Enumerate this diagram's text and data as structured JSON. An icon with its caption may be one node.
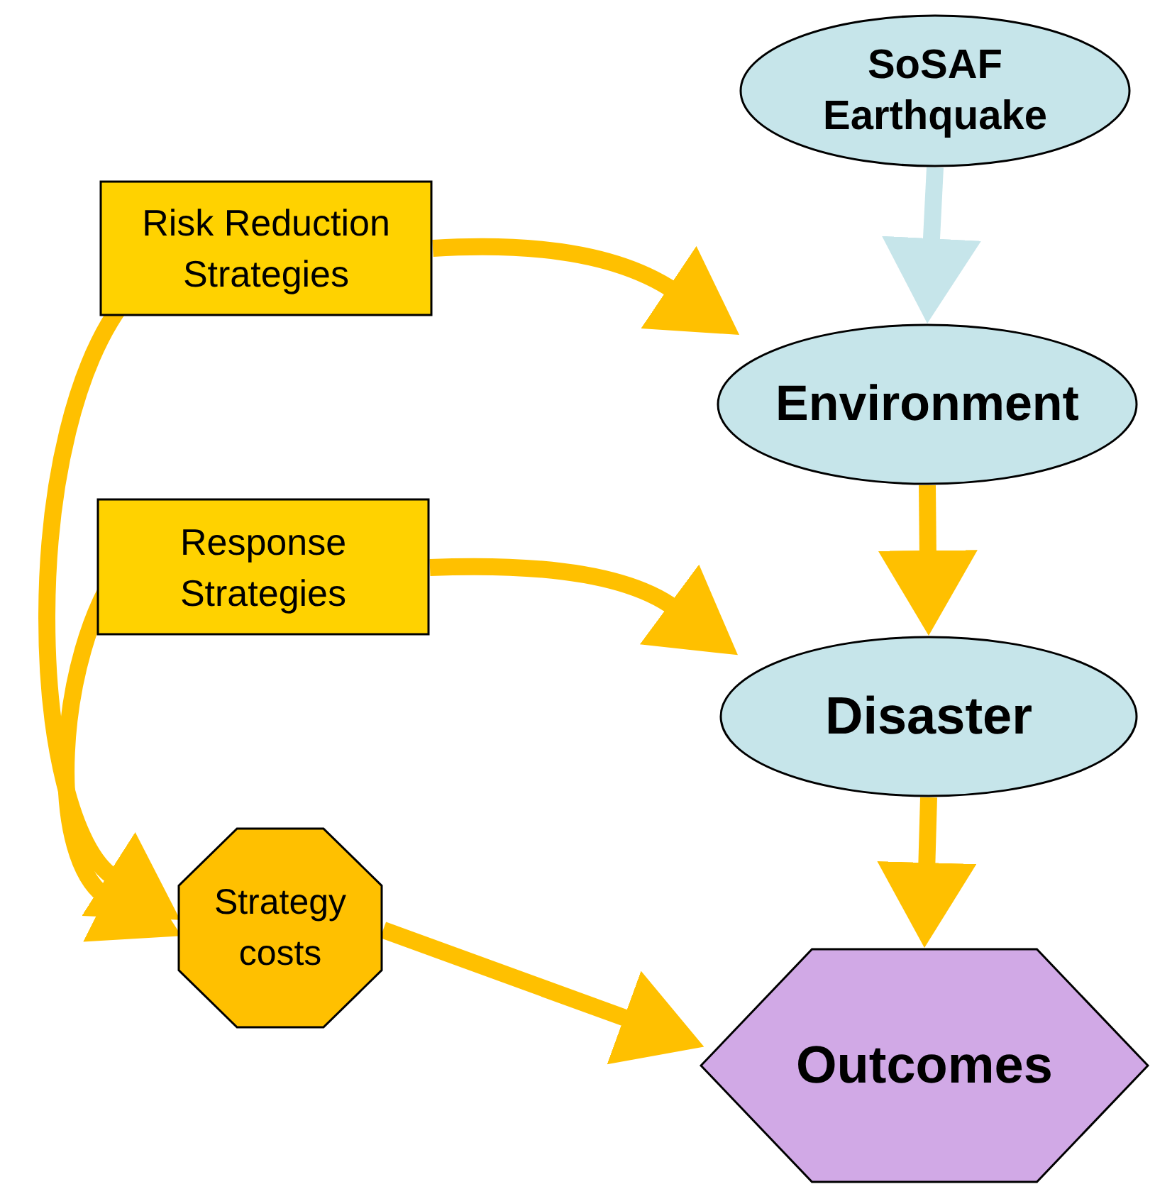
{
  "diagram": {
    "nodes": [
      {
        "text": [
          "SoSAF Earthquake"
        ]
      },
      {
        "text": [
          "Risk Reduction Strategies"
        ]
      },
      {
        "text": [
          "Environment"
        ]
      },
      {
        "text": [
          "Response Strategies"
        ]
      },
      {
        "text": [
          "Disaster"
        ]
      },
      {
        "text": [
          "Strategy costs"
        ]
      },
      {
        "text": [
          "Outcomes"
        ]
      }
    ],
    "edges": [
      {
        "from": 0,
        "to": 2,
        "arrow": "to",
        "color": "#c6e5ea"
      },
      {
        "from": 1,
        "to": 2,
        "arrow": "to"
      },
      {
        "from": 1,
        "to": 5,
        "arrow": "to"
      },
      {
        "from": 2,
        "to": 4,
        "arrow": "to"
      },
      {
        "from": 3,
        "to": 4,
        "arrow": "to"
      },
      {
        "from": 3,
        "to": 5,
        "arrow": "to"
      },
      {
        "from": 4,
        "to": 6,
        "arrow": "to"
      },
      {
        "from": 5,
        "to": 6,
        "arrow": "to"
      }
    ]
  }
}
